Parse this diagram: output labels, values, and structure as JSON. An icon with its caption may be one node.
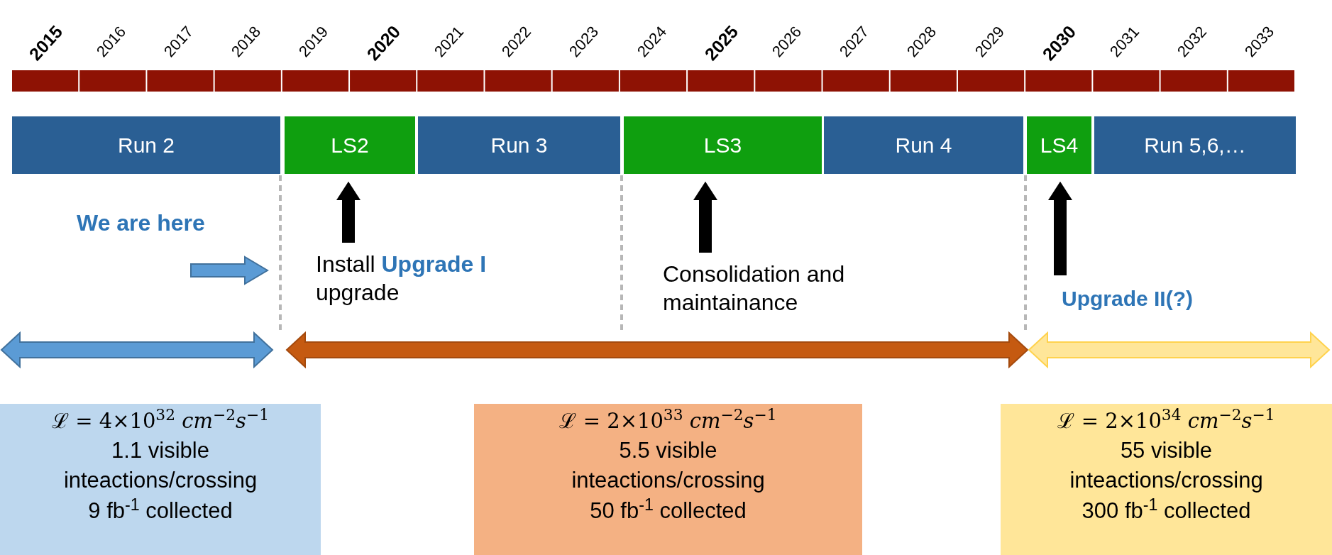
{
  "diagram": {
    "nodes": [
      {
        "text": [
          "Run 2"
        ]
      },
      {
        "text": [
          "LS2"
        ]
      },
      {
        "text": [
          "Run 3"
        ]
      },
      {
        "text": [
          "LS3"
        ]
      },
      {
        "text": [
          "Run 4"
        ]
      },
      {
        "text": [
          "LS4"
        ]
      },
      {
        "text": [
          "Run 5,6,…"
        ]
      },
      {
        "text": [
          "Install **Upgrade I** upgrade"
        ]
      },
      {
        "text": [
          "Consolidation and maintainance"
        ]
      },
      {
        "text": [
          "Upgrade II(?)"
        ]
      },
      {
        "text": [],
        "shape": "band"
      },
      {
        "text": [],
        "shape": "band"
      },
      {
        "text": [],
        "shape": "band"
      },
      {
        "text": [
          "ℒ = 4×10$^{32}$ *cm*$^{−2}$*s*$^{−1}$",
          "1.1 visible inteactions/crossing",
          "9 fb$^{-1}$ collected"
        ]
      },
      {
        "text": [
          "ℒ = 2×10$^{33}$ *cm*$^{−2}$*s*$^{−1}$",
          "5.5 visible inteactions/crossing",
          "50 fb$^{-1}$ collected"
        ]
      },
      {
        "text": [
          "ℒ = 2×10$^{34}$ *cm*$^{−2}$*s*$^{−1}$",
          "55 visible inteactions/crossing",
          "300 fb$^{-1}$ collected"
        ]
      }
    ],
    "edges": [
      {
        "from": 7,
        "to": 1,
        "arrow": "to"
      },
      {
        "from": 8,
        "to": 3,
        "arrow": "to"
      },
      {
        "from": 9,
        "to": 5,
        "arrow": "to"
      }
    ],
    "labels": [
      "2015",
      "2016",
      "2017",
      "2018",
      "2019",
      "2020",
      "2021",
      "2022",
      "2023",
      "2024",
      "2025",
      "2026",
      "2027",
      "2028",
      "2029",
      "2030",
      "2031",
      "2032",
      "2033",
      "We are here"
    ]
  }
}
